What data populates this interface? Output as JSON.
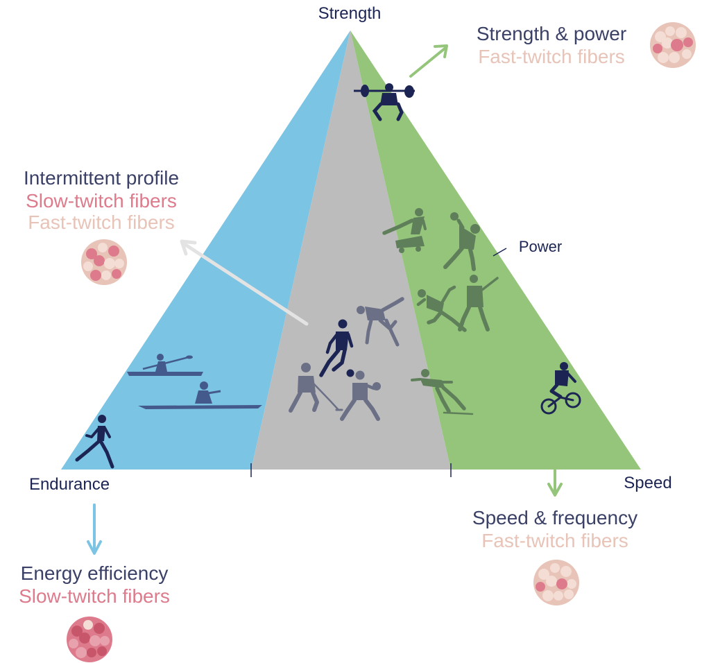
{
  "vertices": {
    "strength": "Strength",
    "endurance": "Endurance",
    "speed": "Speed",
    "power": "Power"
  },
  "callouts": {
    "strength_power": {
      "title": "Strength & power",
      "fiber_1": "Fast-twitch fibers"
    },
    "intermittent": {
      "title": "Intermittent profile",
      "fiber_1": "Slow-twitch fibers",
      "fiber_2": "Fast-twitch fibers"
    },
    "energy": {
      "title": "Energy efficiency",
      "fiber_1": "Slow-twitch fibers"
    },
    "speed_frequency": {
      "title": "Speed & frequency",
      "fiber_1": "Fast-twitch fibers"
    }
  },
  "colors": {
    "endurance_zone": "#7bc4e3",
    "intermittent_zone": "#bcbcbc",
    "power_zone": "#94c57b",
    "title_text": "#3a4066",
    "slow_twitch": "#dd7b8c",
    "fast_twitch": "#e8c3b7",
    "arrow_green": "#94c57b",
    "arrow_blue": "#7bc4e3",
    "arrow_gray": "#e3e3e3",
    "dark_navy": "#1c2454",
    "muted_slate": "#6b7086",
    "muted_green": "#5f7f5a"
  },
  "icons": {
    "endurance_zone": [
      "kayaker-icon",
      "rower-icon",
      "runner-icon"
    ],
    "intermittent_zone": [
      "soccer-player-icon",
      "hockey-player-icon",
      "basketball-player-icon",
      "martial-artist-icon"
    ],
    "power_zone": [
      "weightlifter-icon",
      "gymnast-pommel-horse-icon",
      "shot-putter-icon",
      "sprinter-icon",
      "baseball-batter-icon",
      "skier-icon",
      "bmx-rider-icon"
    ],
    "fiber_clusters": [
      "muscle-fiber-cluster-icon"
    ]
  }
}
